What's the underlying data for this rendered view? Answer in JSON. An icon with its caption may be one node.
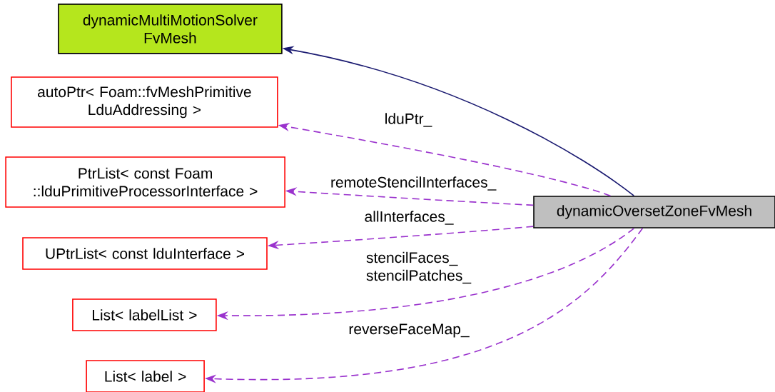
{
  "diagram": {
    "nodes": [
      {
        "text": [
          "dynamicMultiMotionSolver FvMesh"
        ]
      },
      {
        "text": [
          "autoPtr< Foam::fvMeshPrimitive LduAddressing >"
        ]
      },
      {
        "text": [
          "PtrList< const Foam ::lduPrimitiveProcessorInterface >"
        ]
      },
      {
        "text": [
          "UPtrList< const lduInterface >"
        ]
      },
      {
        "text": [
          "List< labelList >"
        ]
      },
      {
        "text": [
          "List< label >"
        ]
      },
      {
        "text": [
          "dynamicOversetZoneFvMesh"
        ]
      }
    ],
    "edges": [
      {
        "from": 6,
        "to": 0,
        "arrow": "to",
        "color": "#191970"
      },
      {
        "from": 6,
        "to": 1,
        "arrow": "to",
        "label": "lduPtr_",
        "style": "dashed"
      },
      {
        "from": 6,
        "to": 2,
        "arrow": "to",
        "label": "remoteStencilInterfaces_",
        "style": "dashed"
      },
      {
        "from": 6,
        "to": 3,
        "arrow": "to",
        "label": "allInterfaces_",
        "style": "dashed"
      },
      {
        "from": 6,
        "to": 4,
        "arrow": "to",
        "label": "stencilFaces_ stencilPatches_",
        "style": "dashed"
      },
      {
        "from": 6,
        "to": 5,
        "arrow": "to",
        "label": "reverseFaceMap_",
        "style": "dashed"
      }
    ]
  }
}
